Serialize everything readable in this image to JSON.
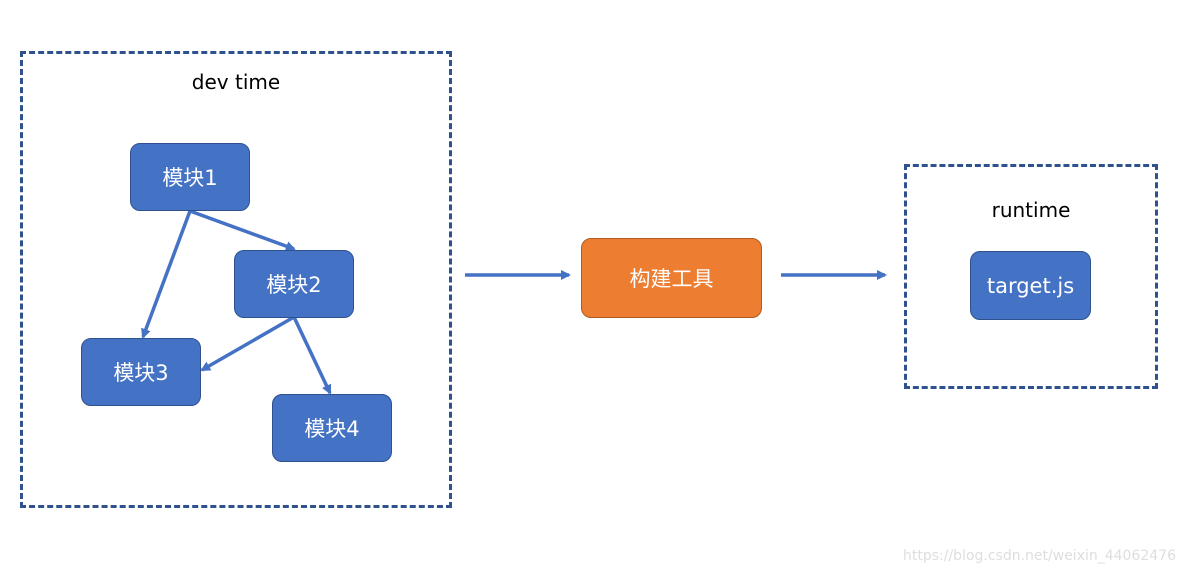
{
  "colors": {
    "node_blue": "#4472c4",
    "node_orange": "#ed7d31",
    "frame_dash": "#2f528f",
    "arrow": "#4472c4"
  },
  "groups": {
    "dev_time": {
      "label": "dev time"
    },
    "runtime": {
      "label": "runtime"
    }
  },
  "nodes": {
    "module1": "模块1",
    "module2": "模块2",
    "module3": "模块3",
    "module4": "模块4",
    "build_tool": "构建工具",
    "target_js": "target.js"
  },
  "edges": [
    {
      "from": "模块1",
      "to": "模块2"
    },
    {
      "from": "模块1",
      "to": "模块3"
    },
    {
      "from": "模块2",
      "to": "模块3"
    },
    {
      "from": "模块2",
      "to": "模块4"
    },
    {
      "from": "dev time",
      "to": "构建工具"
    },
    {
      "from": "构建工具",
      "to": "runtime"
    }
  ],
  "watermark": "https://blog.csdn.net/weixin_44062476"
}
